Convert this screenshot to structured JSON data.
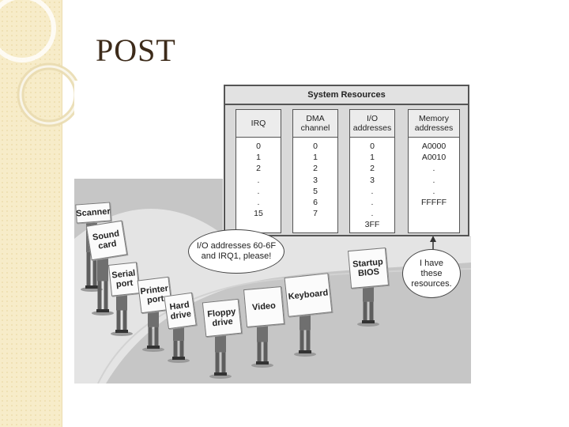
{
  "slide": {
    "title": "POST"
  },
  "resources": {
    "title": "System Resources",
    "columns": [
      {
        "header": "IRQ",
        "values": "0\n1\n2\n.\n.\n.\n15"
      },
      {
        "header": "DMA\nchannel",
        "values": "0\n1\n2\n3\n5\n6\n7"
      },
      {
        "header": "I/O\naddresses",
        "values": "0\n1\n2\n3\n.\n.\n.\n3FF"
      },
      {
        "header": "Memory\naddresses",
        "values": "A0000\nA0010\n.\n.\n.\nFFFFF"
      }
    ]
  },
  "bubbles": {
    "request": "I/O addresses 60-6F\nand IRQ1, please!",
    "bios": "I have\nthese\nresources."
  },
  "devices": [
    {
      "label": "Scanner"
    },
    {
      "label": "Sound\ncard"
    },
    {
      "label": "Serial\nport"
    },
    {
      "label": "Printer\nport"
    },
    {
      "label": "Hard\ndrive"
    },
    {
      "label": "Floppy\ndrive"
    },
    {
      "label": "Video"
    },
    {
      "label": "Keyboard"
    },
    {
      "label": "Startup\nBIOS"
    }
  ]
}
